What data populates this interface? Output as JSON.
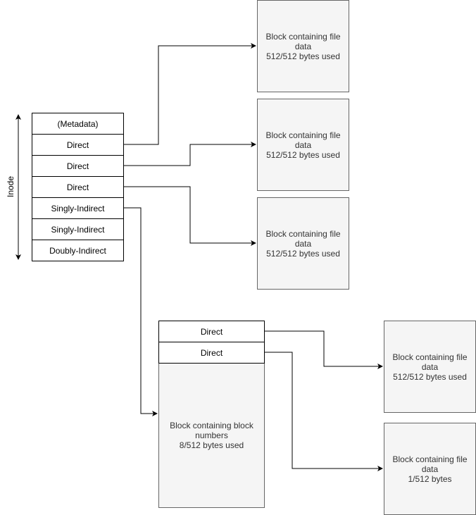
{
  "inode": {
    "side_label": "Inode",
    "rows": [
      "(Metadata)",
      "Direct",
      "Direct",
      "Direct",
      "Singly-Indirect",
      "Singly-Indirect",
      "Doubly-Indirect"
    ]
  },
  "data_blocks": [
    {
      "line1": "Block containing file",
      "line2": "data",
      "line3": "512/512 bytes used"
    },
    {
      "line1": "Block containing file",
      "line2": "data",
      "line3": "512/512 bytes used"
    },
    {
      "line1": "Block containing file",
      "line2": "data",
      "line3": "512/512 bytes used"
    }
  ],
  "indirect_block": {
    "rows": [
      "Direct",
      "Direct"
    ],
    "line1": "Block containing block",
    "line2": "numbers",
    "line3": "8/512 bytes used"
  },
  "indirect_data_blocks": [
    {
      "line1": "Block containing file",
      "line2": "data",
      "line3": "512/512 bytes used"
    },
    {
      "line1": "Block containing file",
      "line2": "data",
      "line3": "1/512 bytes"
    }
  ]
}
